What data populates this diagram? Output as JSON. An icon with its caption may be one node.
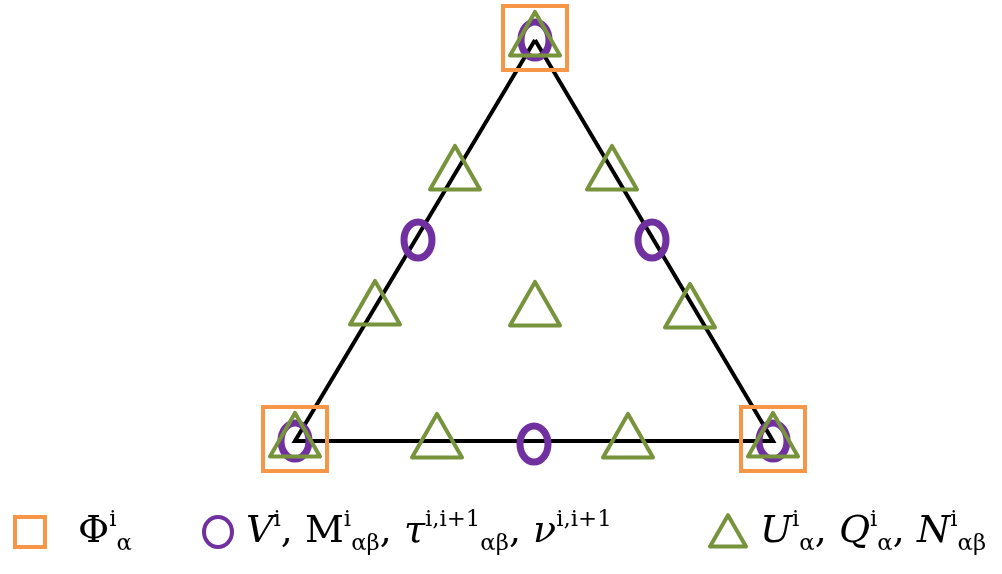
{
  "diagram": {
    "legend": [
      {
        "text": "Φ$^{i}$$_{α}$"
      },
      {
        "text": "*V*$^{i}$, M$^{i}$$_{αβ}$, *τ*$^{i,i+1}$$_{αβ}$, *ν*$^{i,i+1}$"
      },
      {
        "text": "*U*$^{i}$$_{α}$, *Q*$^{i}$$_{α}$, *N*$^{i}$$_{αβ}$"
      }
    ]
  }
}
